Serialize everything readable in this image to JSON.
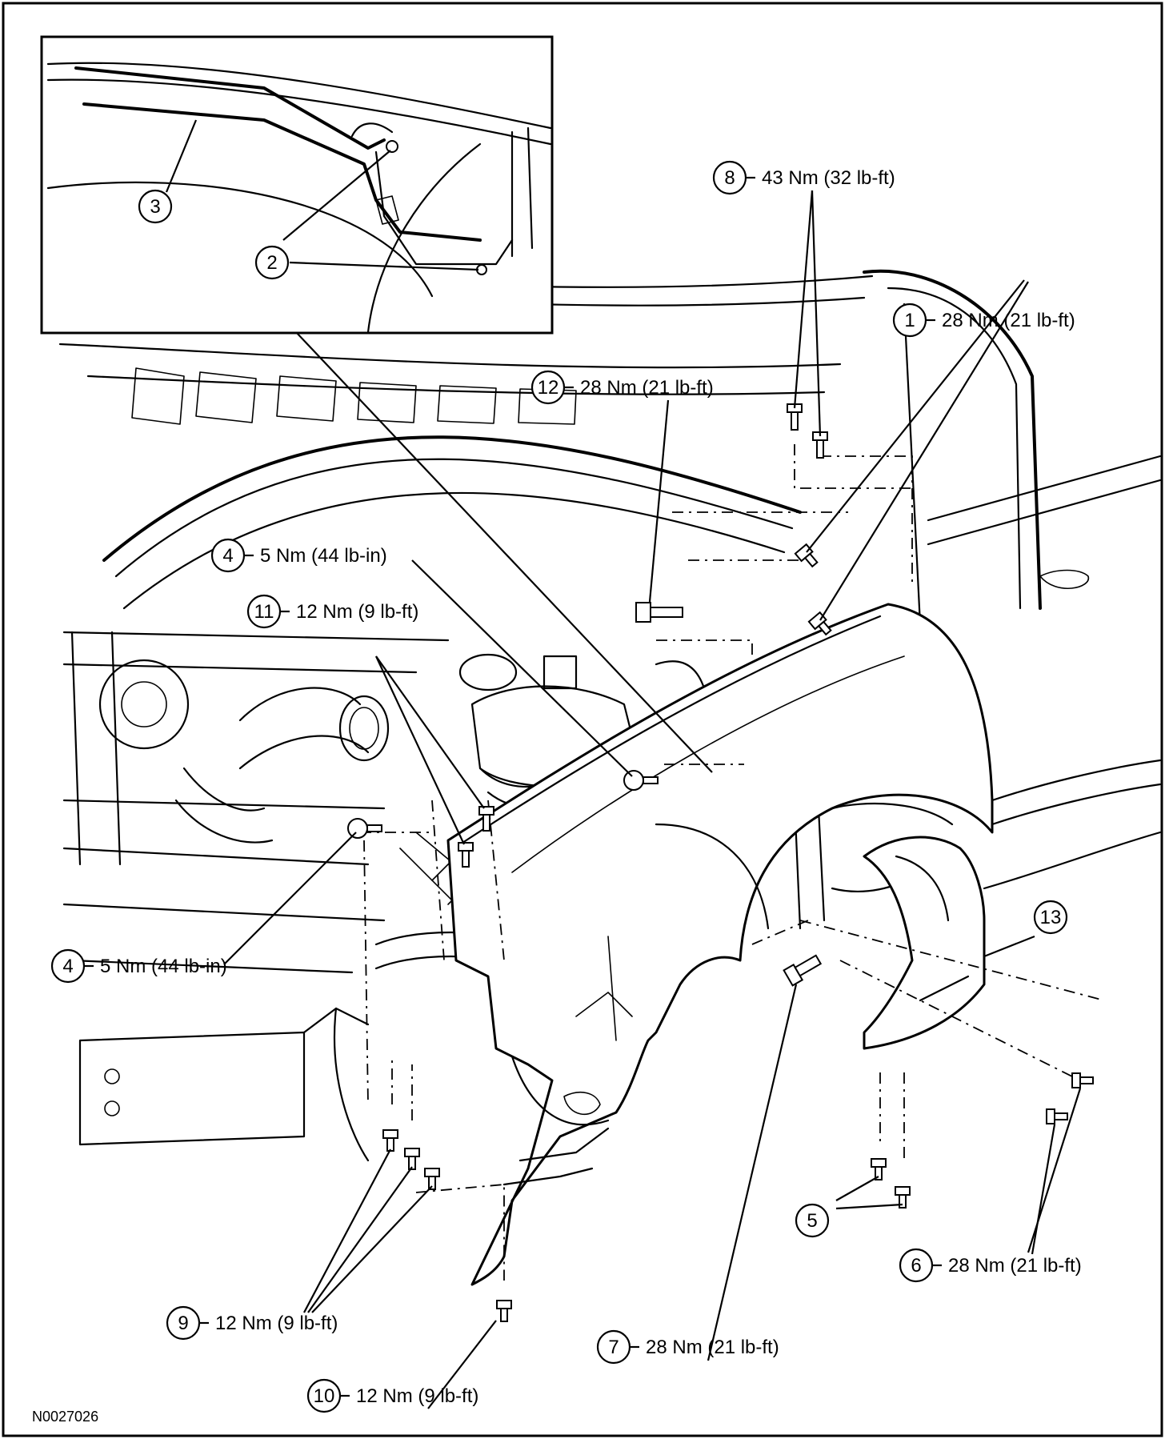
{
  "figure_id": "N0027026",
  "callouts": [
    {
      "id": "c8",
      "number": "8",
      "torque": "43 Nm (32 lb-ft)"
    },
    {
      "id": "c1",
      "number": "1",
      "torque": "28 Nm (21 lb-ft)"
    },
    {
      "id": "c12",
      "number": "12",
      "torque": "28 Nm (21 lb-ft)"
    },
    {
      "id": "c4a",
      "number": "4",
      "torque": "5 Nm (44 lb-in)"
    },
    {
      "id": "c11",
      "number": "11",
      "torque": "12 Nm (9 lb-ft)"
    },
    {
      "id": "c4b",
      "number": "4",
      "torque": "5 Nm (44 lb-in)"
    },
    {
      "id": "c13",
      "number": "13",
      "torque": ""
    },
    {
      "id": "c5",
      "number": "5",
      "torque": ""
    },
    {
      "id": "c6",
      "number": "6",
      "torque": "28 Nm (21 lb-ft)"
    },
    {
      "id": "c9",
      "number": "9",
      "torque": "12 Nm (9 lb-ft)"
    },
    {
      "id": "c7",
      "number": "7",
      "torque": "28 Nm (21 lb-ft)"
    },
    {
      "id": "c10",
      "number": "10",
      "torque": "12 Nm (9 lb-ft)"
    }
  ],
  "inset_callouts": [
    {
      "id": "i3",
      "number": "3"
    },
    {
      "id": "i2a",
      "number": "2"
    },
    {
      "id": "i2b",
      "number": "2"
    }
  ]
}
